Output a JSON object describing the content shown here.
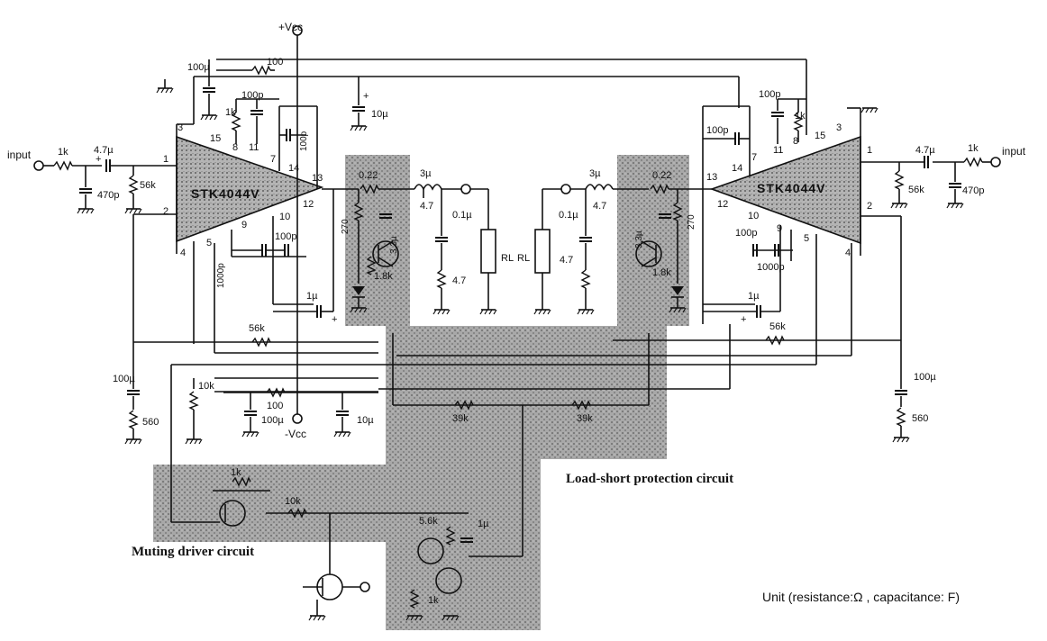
{
  "supply": {
    "vcc_pos": "+Vcc",
    "vcc_neg": "-Vcc"
  },
  "ic": {
    "left": "STK4044V",
    "right": "STK4044V"
  },
  "inputs": {
    "left": "input",
    "right": "input"
  },
  "pins": [
    "1",
    "2",
    "3",
    "4",
    "5",
    "7",
    "8",
    "9",
    "10",
    "11",
    "12",
    "13",
    "14",
    "15"
  ],
  "components": {
    "r_in": "1k",
    "c_in": "4.7µ",
    "c_filter": "470p",
    "r_bias": "56k",
    "c_top": "100µ",
    "r_top": "100",
    "c_comp": "100p",
    "r_1k": "1k",
    "c_10u": "10µ",
    "c_1000p": "1000p",
    "c_1u": "1µ",
    "r_emit": "0.22",
    "r_270": "270",
    "c_3u3": "3.3µ",
    "r_1k8": "1.8k",
    "l_3u": "3µ",
    "r_4_7": "4.7",
    "c_0_1u": "0.1µ",
    "rl": "RL",
    "r_fb": "56k",
    "r_10k": "10k",
    "r_560": "560",
    "r_39k": "39k",
    "r_5_6k": "5.6k",
    "r_100": "100"
  },
  "captions": {
    "protection": "Load-short protection circuit",
    "muting": "Muting driver circuit",
    "unit": "Unit (resistance:Ω , capacitance: F)"
  }
}
